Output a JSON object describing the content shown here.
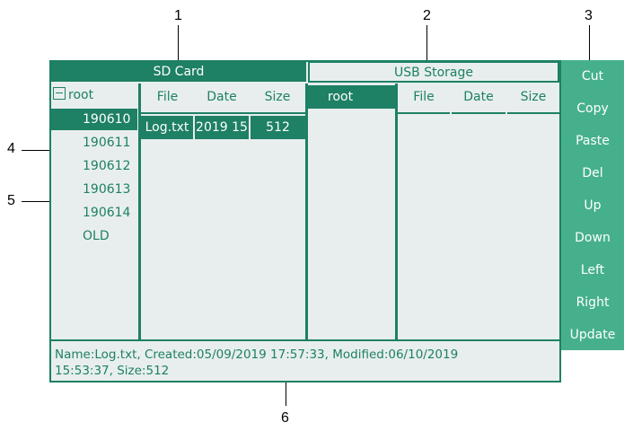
{
  "callouts": [
    "1",
    "2",
    "3",
    "4",
    "5",
    "6"
  ],
  "sd_card": {
    "title": "SD Card",
    "tree_root": "root",
    "folders": [
      "190610",
      "190611",
      "190612",
      "190613",
      "190614",
      "OLD"
    ],
    "columns": [
      "File",
      "Date",
      "Size"
    ],
    "rows": [
      {
        "file": "Log.txt",
        "date": "2019 15",
        "size": "512"
      }
    ]
  },
  "usb_storage": {
    "title": "USB Storage",
    "tree_root": "root",
    "columns": [
      "File",
      "Date",
      "Size"
    ]
  },
  "buttons": [
    "Cut",
    "Copy",
    "Paste",
    "Del",
    "Up",
    "Down",
    "Left",
    "Right",
    "Update"
  ],
  "info": {
    "line1": "Name:Log.txt, Created:05/09/2019 17:57:33, Modified:06/10/2019",
    "line2": "15:53:37, Size:512"
  },
  "colors": {
    "accent": "#1e8064",
    "button_bg": "#46b08d",
    "panel_bg": "#e8eeee"
  }
}
